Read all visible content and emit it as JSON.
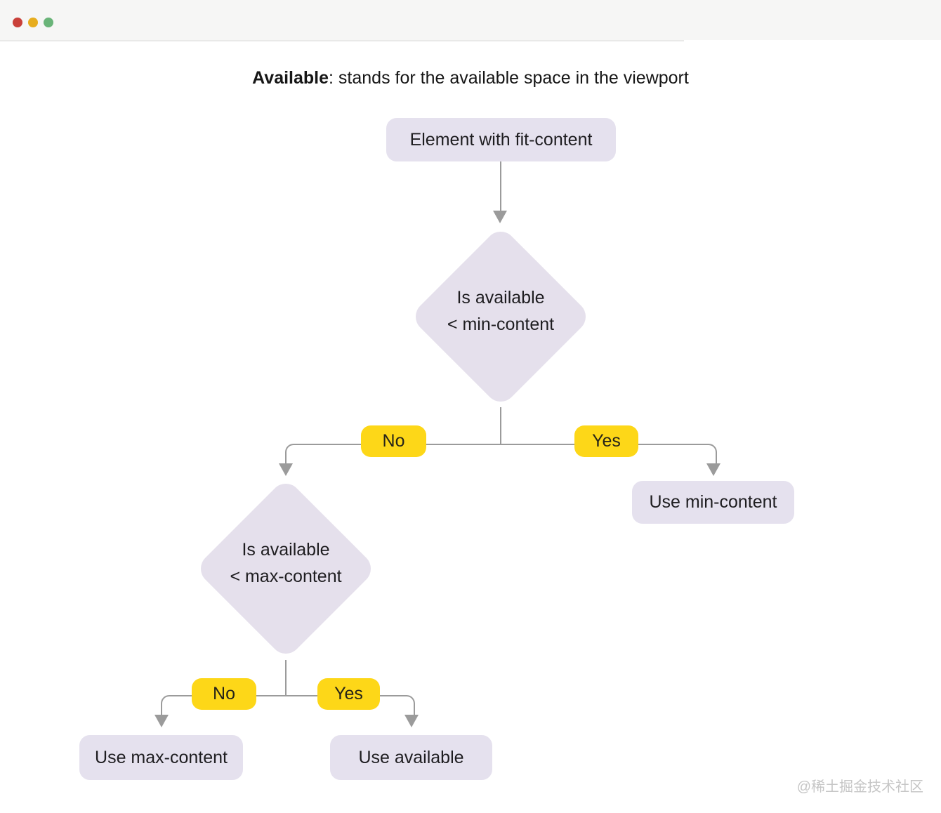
{
  "window": {
    "traffic_lights": [
      {
        "name": "close",
        "color": "#c94039"
      },
      {
        "name": "minimize",
        "color": "#e7ad1e"
      },
      {
        "name": "maximize",
        "color": "#69b478"
      }
    ],
    "header_bg": "#f6f6f5"
  },
  "title": {
    "term": "Available",
    "definition": ": stands for the available space in the viewport"
  },
  "flowchart": {
    "start_node": {
      "label": "Element with fit-content"
    },
    "decision_min": {
      "line1": "Is available",
      "line2": "< min-content"
    },
    "decision_max": {
      "line1": "Is available",
      "line2": "< max-content"
    },
    "branch_labels": {
      "no": "No",
      "yes": "Yes"
    },
    "result_min": {
      "label": "Use min-content"
    },
    "result_max": {
      "label": "Use max-content"
    },
    "result_available": {
      "label": "Use available"
    }
  },
  "colors": {
    "node_fill": "#e5e1ee",
    "diamond_fill": "#e5e0ec",
    "badge_fill": "#fdd718",
    "connector": "#9b9b9b",
    "text": "#1e1d20",
    "watermark": "#c6c6c6"
  },
  "watermark": {
    "text": "@稀土掘金技术社区"
  }
}
